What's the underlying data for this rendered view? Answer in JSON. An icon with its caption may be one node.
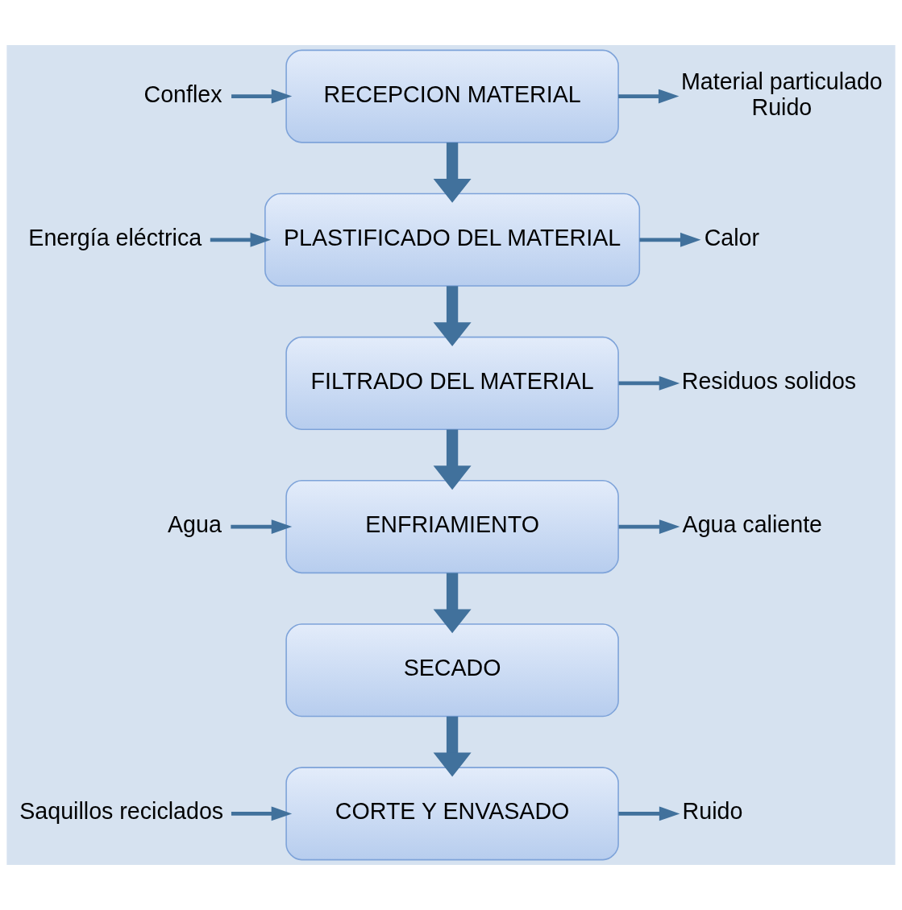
{
  "diagram": {
    "nodes": [
      {
        "text": [
          "Conflex"
        ]
      },
      {
        "text": [
          "RECEPCION MATERIAL"
        ]
      },
      {
        "text": [
          "Material particulado",
          "Ruido"
        ]
      },
      {
        "text": [
          "Energía eléctrica"
        ]
      },
      {
        "text": [
          "PLASTIFICADO DEL MATERIAL"
        ]
      },
      {
        "text": [
          "Calor"
        ]
      },
      {
        "text": [
          "FILTRADO DEL MATERIAL"
        ]
      },
      {
        "text": [
          "Residuos solidos"
        ]
      },
      {
        "text": [
          "Agua"
        ]
      },
      {
        "text": [
          "ENFRIAMIENTO"
        ]
      },
      {
        "text": [
          "Agua caliente"
        ]
      },
      {
        "text": [
          "SECADO"
        ]
      },
      {
        "text": [
          "Saquillos reciclados"
        ]
      },
      {
        "text": [
          "CORTE Y ENVASADO"
        ]
      },
      {
        "text": [
          "Ruido"
        ]
      }
    ],
    "edges": [
      {
        "from": 0,
        "to": 1,
        "arrow": "to"
      },
      {
        "from": 1,
        "to": 2,
        "arrow": "to"
      },
      {
        "from": 1,
        "to": 4,
        "arrow": "to",
        "style": "thick"
      },
      {
        "from": 3,
        "to": 4,
        "arrow": "to"
      },
      {
        "from": 4,
        "to": 5,
        "arrow": "to"
      },
      {
        "from": 4,
        "to": 6,
        "arrow": "to",
        "style": "thick"
      },
      {
        "from": 6,
        "to": 7,
        "arrow": "to"
      },
      {
        "from": 6,
        "to": 9,
        "arrow": "to",
        "style": "thick"
      },
      {
        "from": 8,
        "to": 9,
        "arrow": "to"
      },
      {
        "from": 9,
        "to": 10,
        "arrow": "to"
      },
      {
        "from": 9,
        "to": 11,
        "arrow": "to",
        "style": "thick"
      },
      {
        "from": 11,
        "to": 13,
        "arrow": "to",
        "style": "thick"
      },
      {
        "from": 12,
        "to": 13,
        "arrow": "to"
      },
      {
        "from": 13,
        "to": 14,
        "arrow": "to"
      }
    ]
  }
}
